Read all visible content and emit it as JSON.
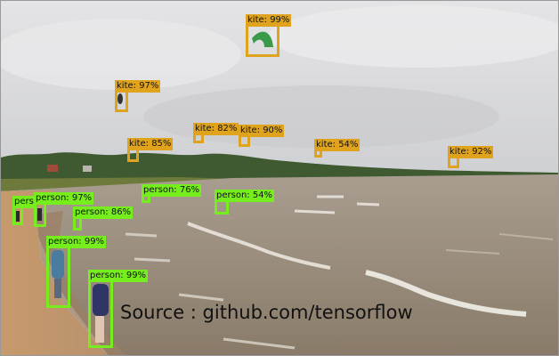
{
  "detections": [
    {
      "label": "kite: 99%",
      "cls": "kite"
    },
    {
      "label": "kite: 97%",
      "cls": "kite"
    },
    {
      "label": "kite: 82%",
      "cls": "kite"
    },
    {
      "label": "kite: 90%",
      "cls": "kite"
    },
    {
      "label": "kite: 85%",
      "cls": "kite"
    },
    {
      "label": "kite: 54%",
      "cls": "kite"
    },
    {
      "label": "kite: 92%",
      "cls": "kite"
    },
    {
      "label": "person: 76%",
      "cls": "person"
    },
    {
      "label": "person: 54%",
      "cls": "person"
    },
    {
      "label": "person: 97%",
      "cls": "person"
    },
    {
      "label": "person: 86%",
      "cls": "person"
    },
    {
      "label": "pers",
      "cls": "person"
    },
    {
      "label": "person: 99%",
      "cls": "person"
    },
    {
      "label": "person: 99%",
      "cls": "person"
    }
  ],
  "caption": "Source : github.com/tensorflow",
  "colors": {
    "kite_box": "#e0a31e",
    "person_box": "#76ee1e"
  }
}
